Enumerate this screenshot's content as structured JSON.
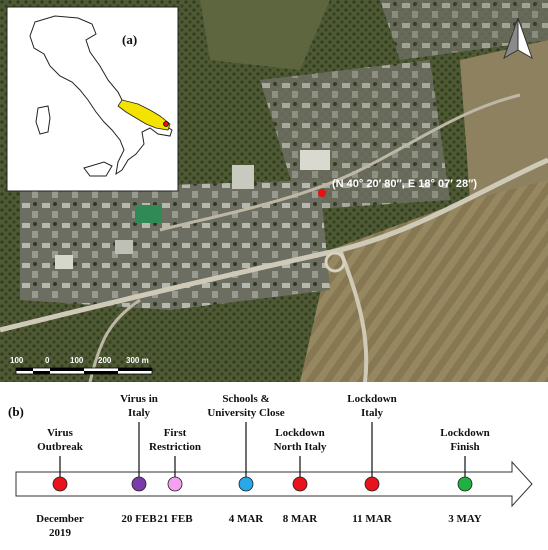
{
  "panel_a": {
    "label": "(a)",
    "coordinates": "(N 40° 20′ 80″, E 18° 07′ 28″)",
    "scale_ticks": [
      "100",
      "0",
      "100",
      "200",
      "300 m"
    ],
    "compass": "north-arrow-icon",
    "colors": {
      "region_highlight": "#f4e200",
      "site_marker": "#e81010"
    }
  },
  "panel_b": {
    "label": "(b)",
    "events": [
      {
        "top": [
          "Virus",
          "Outbreak"
        ],
        "bottom": [
          "December",
          "2019"
        ],
        "color": "#e8141b",
        "level": "low"
      },
      {
        "top": [
          "Virus in",
          "Italy"
        ],
        "bottom": [
          "20 FEB"
        ],
        "color": "#7b3aaa",
        "level": "high"
      },
      {
        "top": [
          "First",
          "Restriction"
        ],
        "bottom": [
          "21 FEB"
        ],
        "color": "#f5a0f0",
        "level": "low"
      },
      {
        "top": [
          "Schools &",
          "University Close"
        ],
        "bottom": [
          "4 MAR"
        ],
        "color": "#27a8e8",
        "level": "high"
      },
      {
        "top": [
          "Lockdown",
          "North Italy"
        ],
        "bottom": [
          "8 MAR"
        ],
        "color": "#e8141b",
        "level": "low"
      },
      {
        "top": [
          "Lockdown",
          "Italy"
        ],
        "bottom": [
          "11 MAR"
        ],
        "color": "#e8141b",
        "level": "high"
      },
      {
        "top": [
          "Lockdown",
          "Finish"
        ],
        "bottom": [
          "3 MAY"
        ],
        "color": "#1fb040",
        "level": "low"
      }
    ]
  }
}
